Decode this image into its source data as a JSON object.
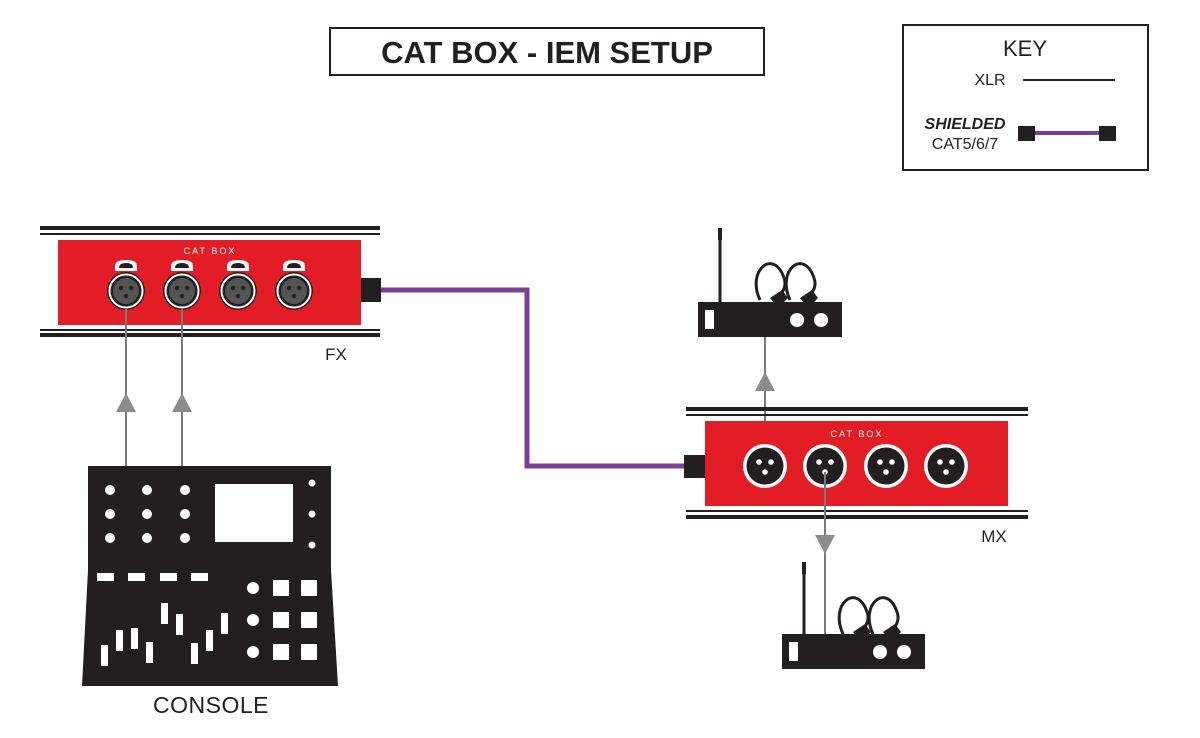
{
  "title": "CAT BOX - IEM SETUP",
  "key": {
    "title": "KEY",
    "xlr_label": "XLR",
    "shielded_label": "SHIELDED",
    "cat_label": "CAT5/6/7"
  },
  "units": {
    "fx": {
      "label": "FX",
      "brand": "CAT BOX"
    },
    "mx": {
      "label": "MX",
      "brand": "CAT BOX"
    }
  },
  "console": {
    "label": "CONSOLE"
  },
  "colors": {
    "box_red": "#e31d25",
    "cat_cable": "#7b3f9a",
    "xlr_cable": "#7a7a7a",
    "equipment": "#231f20",
    "arrow": "#8c8c8c"
  }
}
